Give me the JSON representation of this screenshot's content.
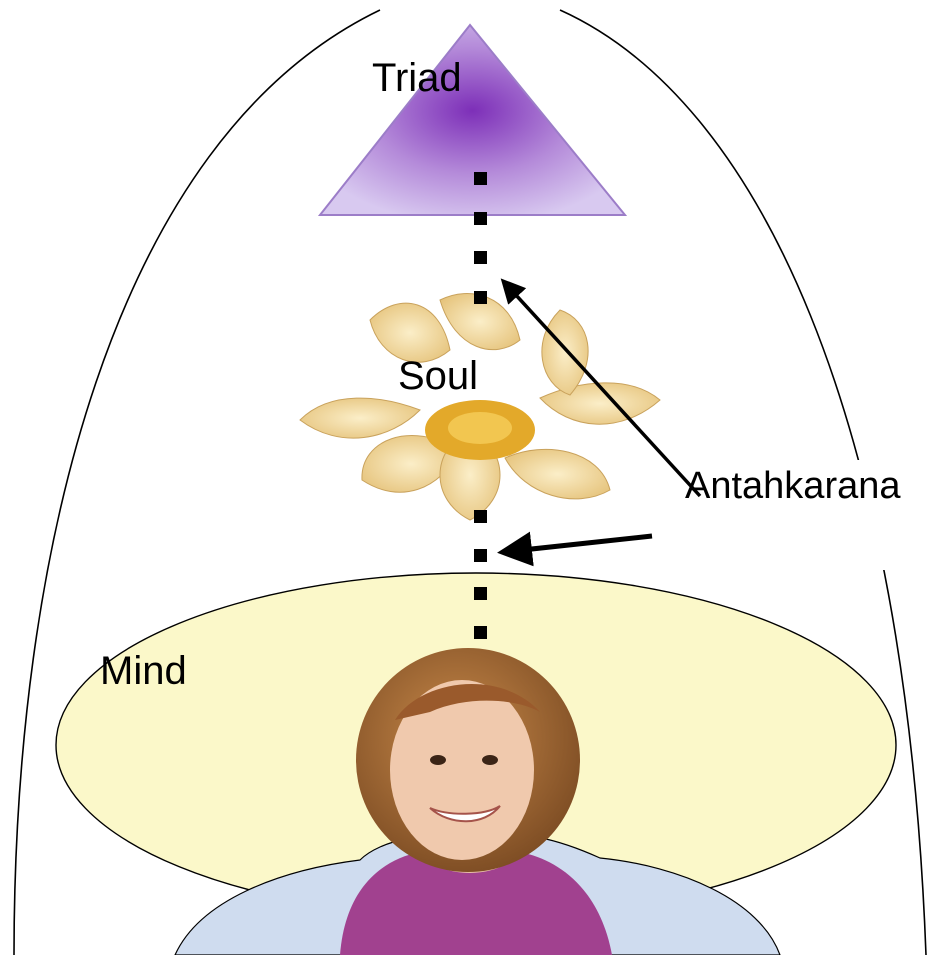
{
  "diagram": {
    "labels": {
      "triad": "Triad",
      "soul": "Soul",
      "antahkarana": "Antahkarana",
      "mind": "Mind"
    },
    "colors": {
      "triangle_edge": "#c9b6ea",
      "triangle_core": "#7d2fb8",
      "mind_fill": "#fbf8c9",
      "lotus_petal": "#f4dca2",
      "lotus_center": "#e3a92a",
      "person_top": "#a1418f",
      "cloud": "#cfdcef",
      "line": "#000000"
    },
    "icons": [
      "triangle-icon",
      "lotus-flower-icon",
      "person-photo-icon"
    ]
  }
}
